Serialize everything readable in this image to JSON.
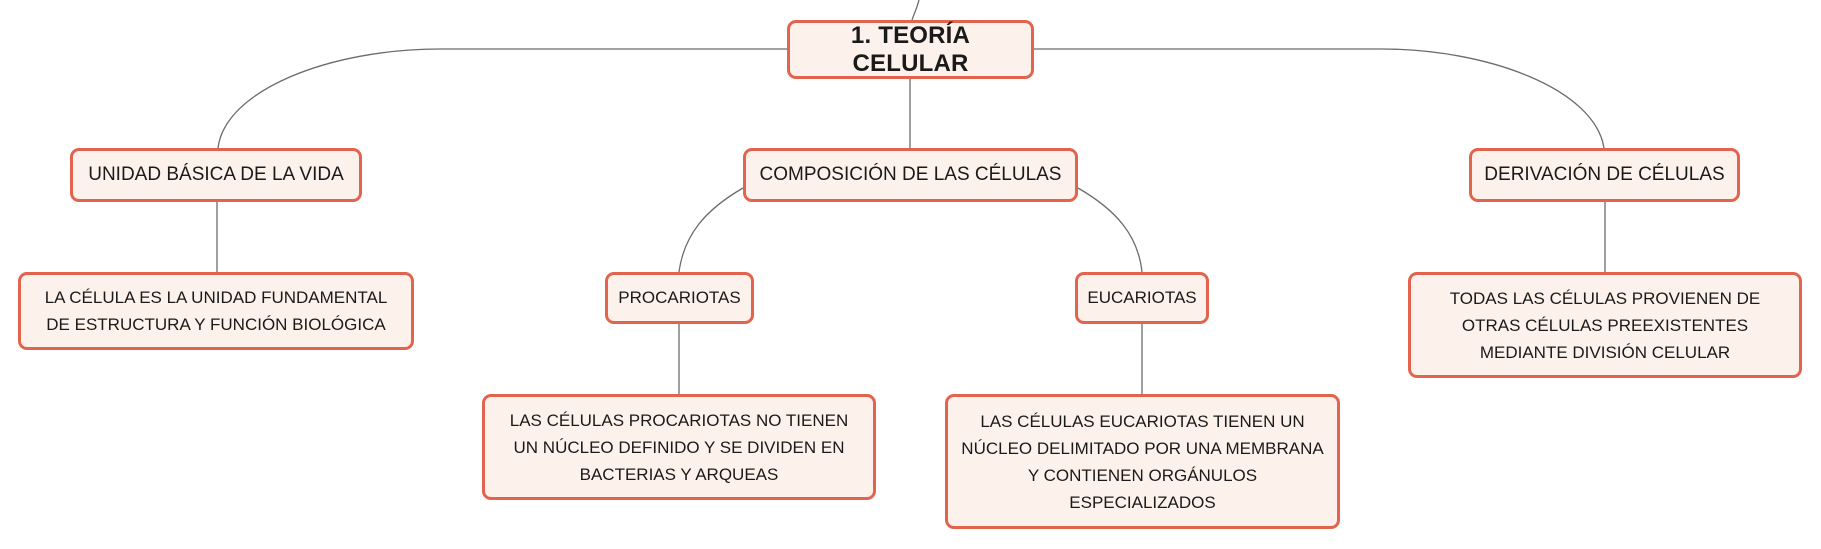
{
  "diagram": {
    "nodes": {
      "root": "1. TEORÍA CELULAR",
      "unidad": "UNIDAD BÁSICA DE LA VIDA",
      "composicion": "COMPOSICIÓN DE LAS CÉLULAS",
      "derivacion": "DERIVACIÓN DE CÉLULAS",
      "unidad_desc": "LA CÉLULA ES LA UNIDAD FUNDAMENTAL DE ESTRUCTURA Y FUNCIÓN BIOLÓGICA",
      "procariotas": "PROCARIOTAS",
      "eucariotas": "EUCARIOTAS",
      "derivacion_desc": "TODAS LAS CÉLULAS PROVIENEN DE OTRAS CÉLULAS PREEXISTENTES MEDIANTE DIVISIÓN CELULAR",
      "procariotas_desc": "LAS CÉLULAS PROCARIOTAS NO TIENEN UN NÚCLEO DEFINIDO Y SE DIVIDEN EN BACTERIAS Y ARQUEAS",
      "eucariotas_desc": "LAS CÉLULAS EUCARIOTAS TIENEN UN NÚCLEO DELIMITADO POR UNA MEMBRANA Y CONTIENEN ORGÁNULOS ESPECIALIZADOS"
    },
    "edges": [
      [
        "root",
        "unidad"
      ],
      [
        "root",
        "composicion"
      ],
      [
        "root",
        "derivacion"
      ],
      [
        "unidad",
        "unidad_desc"
      ],
      [
        "composicion",
        "procariotas"
      ],
      [
        "composicion",
        "eucariotas"
      ],
      [
        "procariotas",
        "procariotas_desc"
      ],
      [
        "eucariotas",
        "eucariotas_desc"
      ],
      [
        "derivacion",
        "derivacion_desc"
      ]
    ],
    "colors": {
      "node_border": "#e3644e",
      "node_fill": "#fdf1ec",
      "connector": "#6b6b6b"
    }
  }
}
